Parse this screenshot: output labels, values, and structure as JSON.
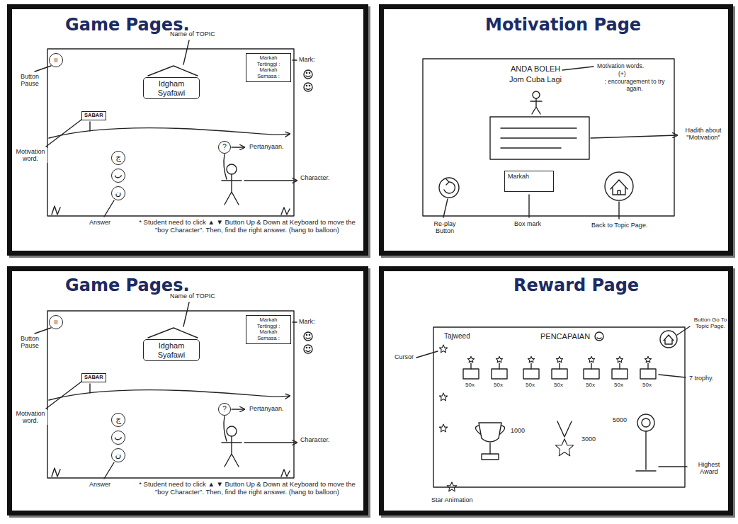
{
  "diagram": {
    "nodes": [
      {
        "text": [
          "Game Pages."
        ]
      },
      {
        "text": [
          "II"
        ],
        "in": 0
      },
      {
        "text": [
          "Idgham Syafawi"
        ],
        "in": 0
      },
      {
        "text": [
          "Markah Tertinggi :",
          "Markah Semasa :"
        ],
        "in": 0
      },
      {
        "text": [
          "SABAR"
        ],
        "in": 0
      },
      {
        "text": [
          "ج"
        ],
        "in": 0
      },
      {
        "text": [
          "ب"
        ],
        "in": 0
      },
      {
        "text": [
          "ن"
        ],
        "in": 0
      },
      {
        "text": [
          "?"
        ],
        "in": 0
      },
      {
        "text": [
          "Motivation Page"
        ]
      },
      {
        "text": [
          "Markah"
        ],
        "in": 9
      },
      {
        "text": [
          "Game Pages."
        ]
      },
      {
        "text": [
          "II"
        ],
        "in": 11
      },
      {
        "text": [
          "Idgham Syafawi"
        ],
        "in": 11
      },
      {
        "text": [
          "Markah Tertinggi :",
          "Markah Semasa :"
        ],
        "in": 11
      },
      {
        "text": [
          "SABAR"
        ],
        "in": 11
      },
      {
        "text": [
          "ج"
        ],
        "in": 11
      },
      {
        "text": [
          "ب"
        ],
        "in": 11
      },
      {
        "text": [
          "ن"
        ],
        "in": 11
      },
      {
        "text": [
          "?"
        ],
        "in": 11
      },
      {
        "text": [
          "Reward Page"
        ]
      }
    ],
    "labels": [
      "Name of TOPIC",
      "Button Pause",
      "Mark:",
      "Motivation word.",
      "Pertanyaan.",
      "Character.",
      "Answer",
      "* Student need to click ▲ ▼ Button Up & Down at Keyboard to move the \"boy Character\". Then, find the right answer. (hang to balloon)",
      "ANDA BOLEH",
      "Jom Cuba Lagi",
      "Motivation words.",
      "(+)",
      ": encouragement to try again.",
      "Hadith about \"Motivation\"",
      "Re-play Button",
      "Box mark",
      "Back to Topic Page.",
      "Name of TOPIC",
      "Button Pause",
      "Mark:",
      "Motivation word.",
      "Pertanyaan.",
      "Character.",
      "Answer",
      "* Student need to click ▲ ▼ Button Up & Down at Keyboard to move the \"boy Character\". Then, find the right answer. (hang to balloon)",
      "Tajweed",
      "PENCAPAIAN",
      "Button Go To Topic Page.",
      "Cursor",
      "50x",
      "50x",
      "50x",
      "50x",
      "50x",
      "50x",
      "50x",
      "7 trophy.",
      "1000",
      "3000",
      "5000",
      "Highest Award",
      "Star Animation"
    ]
  }
}
